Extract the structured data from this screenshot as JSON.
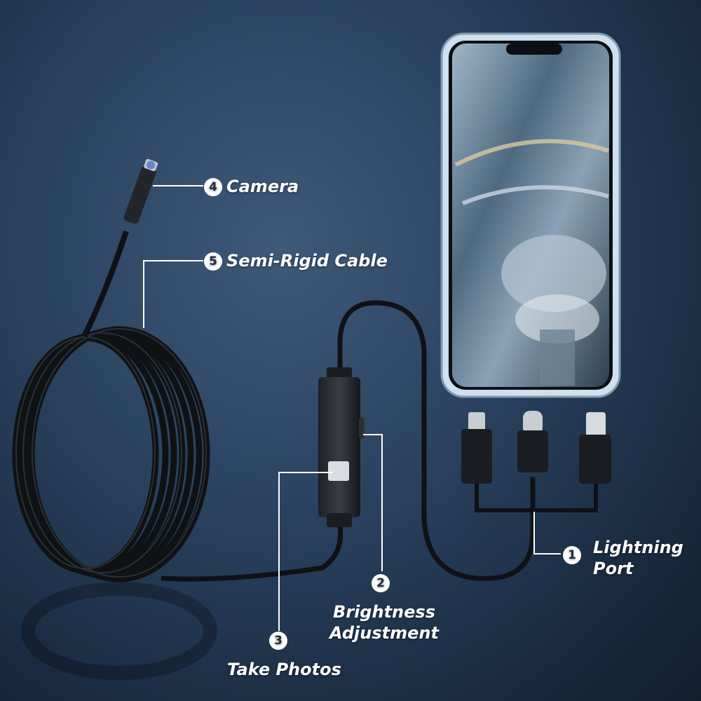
{
  "labels": {
    "lightning": {
      "number": "1",
      "text_line1": "Lightning",
      "text_line2": "Port"
    },
    "brightness": {
      "number": "2",
      "text_line1": "Brightness",
      "text_line2": "Adjustment"
    },
    "photos": {
      "number": "3",
      "text": "Take Photos"
    },
    "camera": {
      "number": "4",
      "text": "Camera"
    },
    "cable": {
      "number": "5",
      "text": "Semi-Rigid Cable"
    }
  },
  "colors": {
    "background": "#2a4360",
    "cable": "#111418",
    "leader": "#ffffff"
  }
}
